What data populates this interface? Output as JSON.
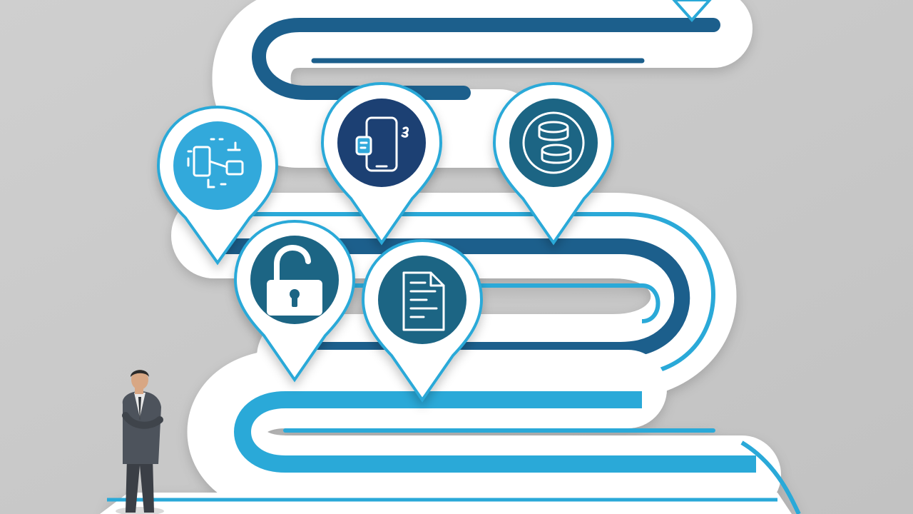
{
  "scene": {
    "background": "#c9c9c9",
    "road_white": "#ffffff",
    "road_light_blue": "#2aa9d8",
    "road_dark_blue": "#1c5e8c",
    "icon_navy": "#1b3f73",
    "icon_teal": "#1d6584",
    "icon_light_blue": "#33a9db"
  },
  "markers": [
    {
      "name": "network-diagram-marker",
      "icon": "network-diagram-icon",
      "fill": "#33a9db"
    },
    {
      "name": "mobile-phone-marker",
      "icon": "mobile-phone-icon",
      "fill": "#1b3f73"
    },
    {
      "name": "coin-stack-marker",
      "icon": "coin-stack-icon",
      "fill": "#1d6584"
    },
    {
      "name": "open-padlock-marker",
      "icon": "open-padlock-icon",
      "fill": "#1d6584"
    },
    {
      "name": "document-marker",
      "icon": "document-icon",
      "fill": "#1d6584"
    }
  ],
  "figure": {
    "icon": "businessman-figure"
  }
}
